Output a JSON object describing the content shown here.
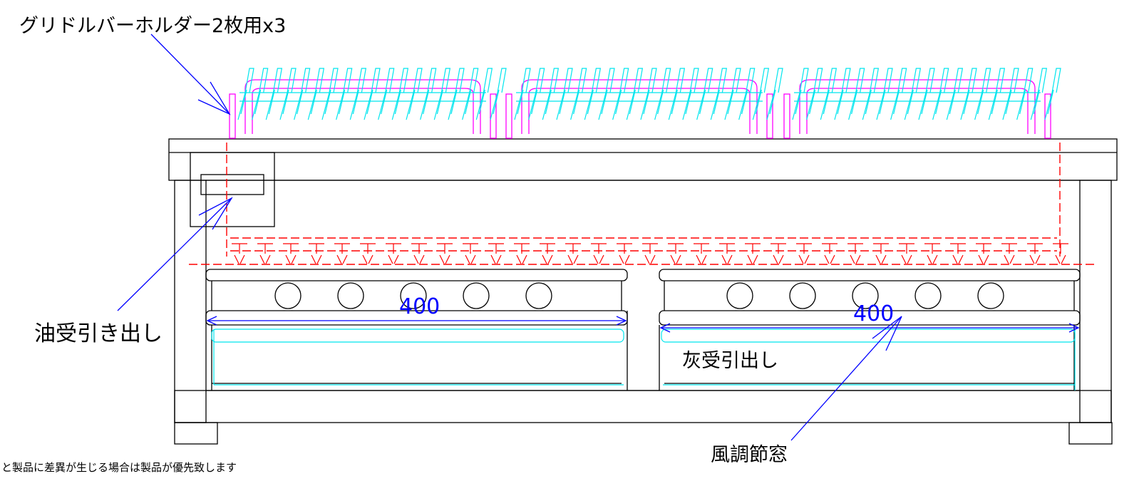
{
  "labels": {
    "holder": "グリドルバーホルダー2枚用x3",
    "oil_drawer": "油受引き出し",
    "ash_drawer": "灰受引出し",
    "damper": "風調節窓",
    "dim_left": "400",
    "dim_right": "400",
    "note": "と製品に差異が生じる場合は製品が優先致します"
  },
  "colors": {
    "outline": "#000000",
    "grate": "#ff0000",
    "holder": "#ff00ff",
    "griddle_bar": "#00e5ee",
    "leader": "#0000ff"
  },
  "counts": {
    "holders": 3,
    "air_holes_per_side": 5
  }
}
